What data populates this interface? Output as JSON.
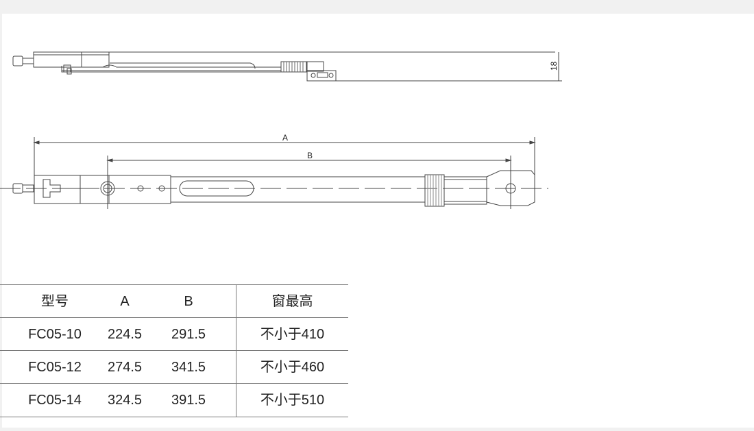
{
  "drawing": {
    "dim_height": "18",
    "dim_a": "A",
    "dim_b": "B"
  },
  "table": {
    "headers": [
      "型号",
      "A",
      "B",
      "窗最高"
    ],
    "rows": [
      [
        "FC05-10",
        "224.5",
        "291.5",
        "不小于410"
      ],
      [
        "FC05-12",
        "274.5",
        "341.5",
        "不小于460"
      ],
      [
        "FC05-14",
        "324.5",
        "391.5",
        "不小于510"
      ]
    ]
  }
}
